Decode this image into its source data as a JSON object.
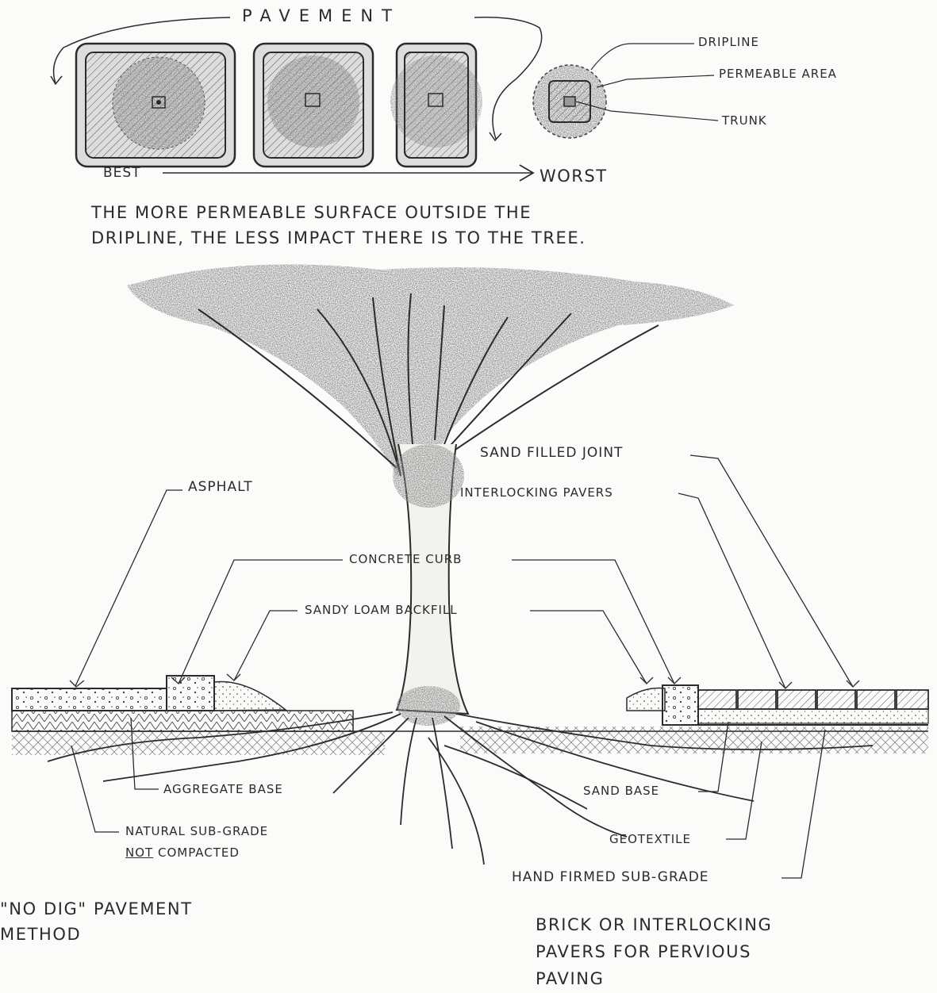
{
  "plan": {
    "title": "PAVEMENT",
    "dripline": "DRIPLINE",
    "permeable_area": "PERMEABLE AREA",
    "trunk": "TRUNK",
    "best": "BEST",
    "worst": "WORST",
    "caption_line1": "THE MORE PERMEABLE SURFACE OUTSIDE THE",
    "caption_line2": "DRIPLINE, THE LESS IMPACT THERE IS TO THE TREE."
  },
  "section": {
    "sand_filled_joint": "SAND FILLED JOINT",
    "asphalt": "ASPHALT",
    "interlocking_pavers": "INTERLOCKING PAVERS",
    "concrete_curb": "CONCRETE CURB",
    "sandy_loam_backfill": "SANDY LOAM BACKFILL",
    "aggregate_base": "AGGREGATE BASE",
    "natural_subgrade": "NATURAL SUB-GRADE",
    "not_word": "NOT",
    "compacted_word": "COMPACTED",
    "sand_base": "SAND BASE",
    "geotextile": "GEOTEXTILE",
    "hand_firmed_subgrade": "HAND FIRMED SUB-GRADE"
  },
  "captions": {
    "left_line1": "\"NO DIG\" PAVEMENT",
    "left_line2": "METHOD",
    "right_line1": "BRICK OR INTERLOCKING",
    "right_line2": "PAVERS FOR PERVIOUS",
    "right_line3": "PAVING"
  },
  "colors": {
    "ink": "#2b2b2b",
    "paper": "#fbfbf9",
    "stipple": "#8a8a8a"
  }
}
